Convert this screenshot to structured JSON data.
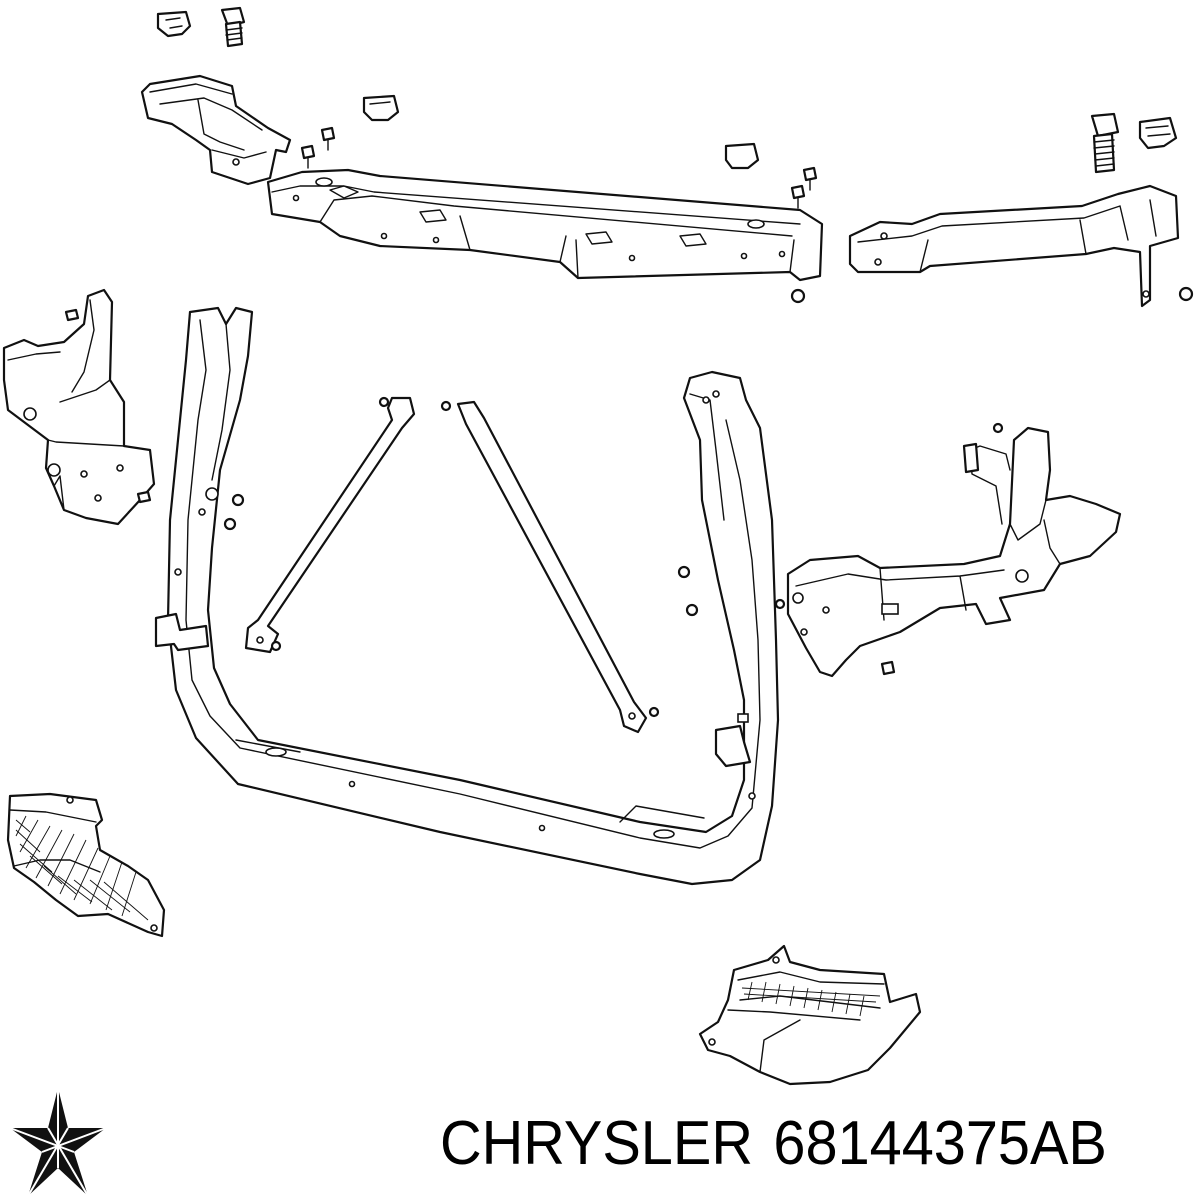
{
  "caption": {
    "brand": "CHRYSLER",
    "part_number": "68144375AB"
  },
  "logo": {
    "icon": "chrysler-pentastar-icon",
    "color": "#111111"
  },
  "diagram": {
    "components": [
      "upper-crossmember",
      "left-upper-rail-bracket",
      "right-upper-rail-bracket",
      "radiator-support-frame",
      "left-diagonal-brace",
      "right-diagonal-brace",
      "left-headlamp-bracket",
      "right-headlamp-bracket",
      "left-air-deflector",
      "right-air-deflector",
      "fasteners"
    ]
  }
}
